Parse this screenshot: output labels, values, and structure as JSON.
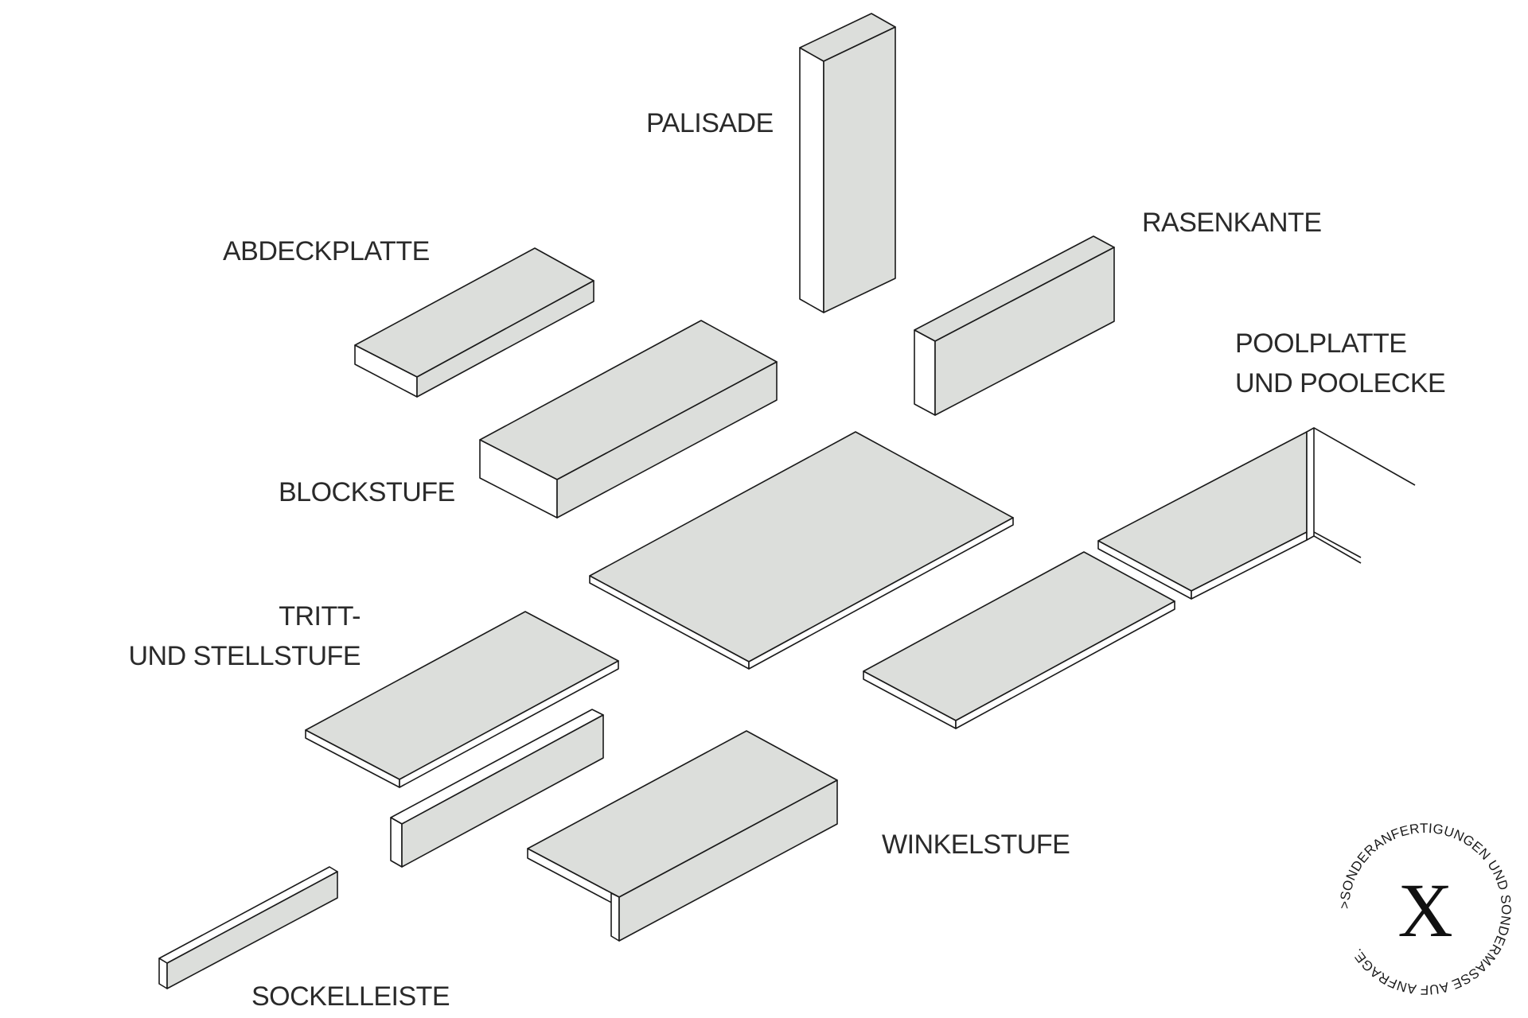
{
  "colors": {
    "stone_top": "#dcdedb",
    "stone_side": "#ffffff",
    "outline": "#1a1a1a",
    "text": "#2a2a2a"
  },
  "labels": {
    "palisade": "PALISADE",
    "abdeckplatte": "ABDECKPLATTE",
    "rasenkante": "RASENKANTE",
    "poolplatte_line1": "POOLPLATTE",
    "poolplatte_line2": "UND POOLECKE",
    "blockstufe": "BLOCKSTUFE",
    "tritt_line1": "TRITT-",
    "tritt_line2": "UND STELLSTUFE",
    "winkelstufe": "WINKELSTUFE",
    "sockelleiste": "SOCKELLEISTE"
  },
  "badge": {
    "symbol": "X",
    "ring_text": ">SONDERANFERTIGUNGEN UND SONDERMASSE AUF ANFRAGE."
  }
}
